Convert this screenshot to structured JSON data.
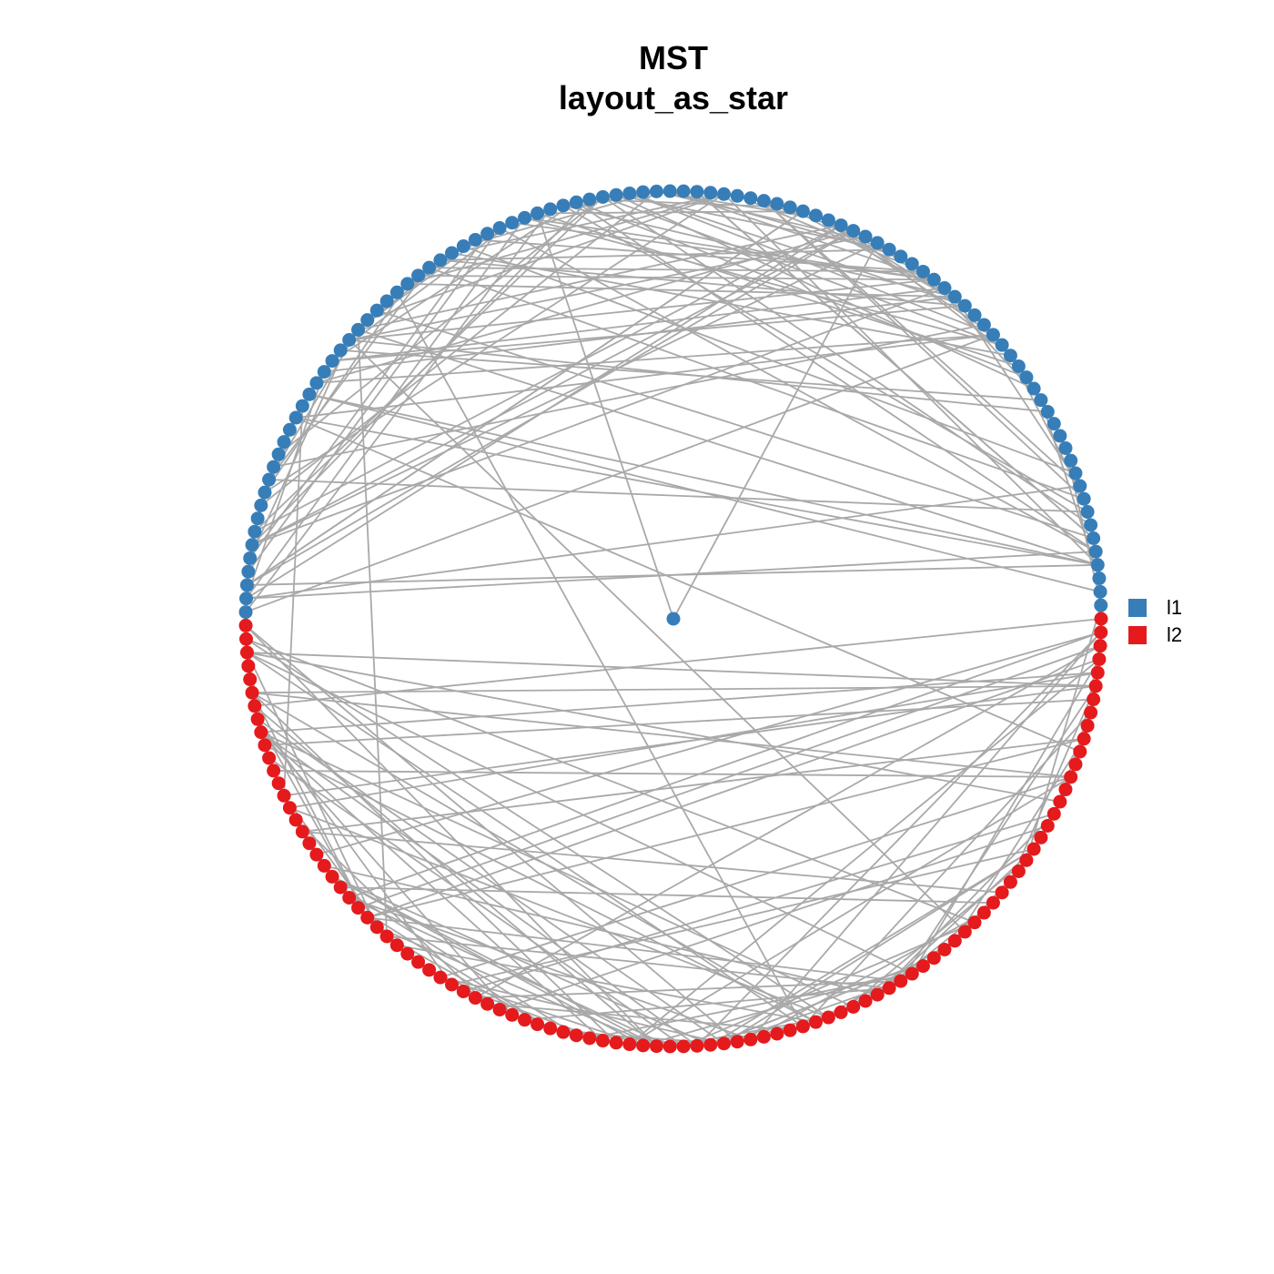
{
  "title": "MST",
  "subtitle": "layout_as_star",
  "legend": [
    {
      "label": "l1",
      "color": "#377EB8"
    },
    {
      "label": "l2",
      "color": "#E41A1C"
    }
  ],
  "graph": {
    "layout": "star",
    "edge_color": "#A9A9A9",
    "node_count": 200,
    "center_node_group": "l1",
    "ring_groups": [
      {
        "group": "l1",
        "count": 99
      },
      {
        "group": "l2",
        "count": 100
      }
    ]
  }
}
